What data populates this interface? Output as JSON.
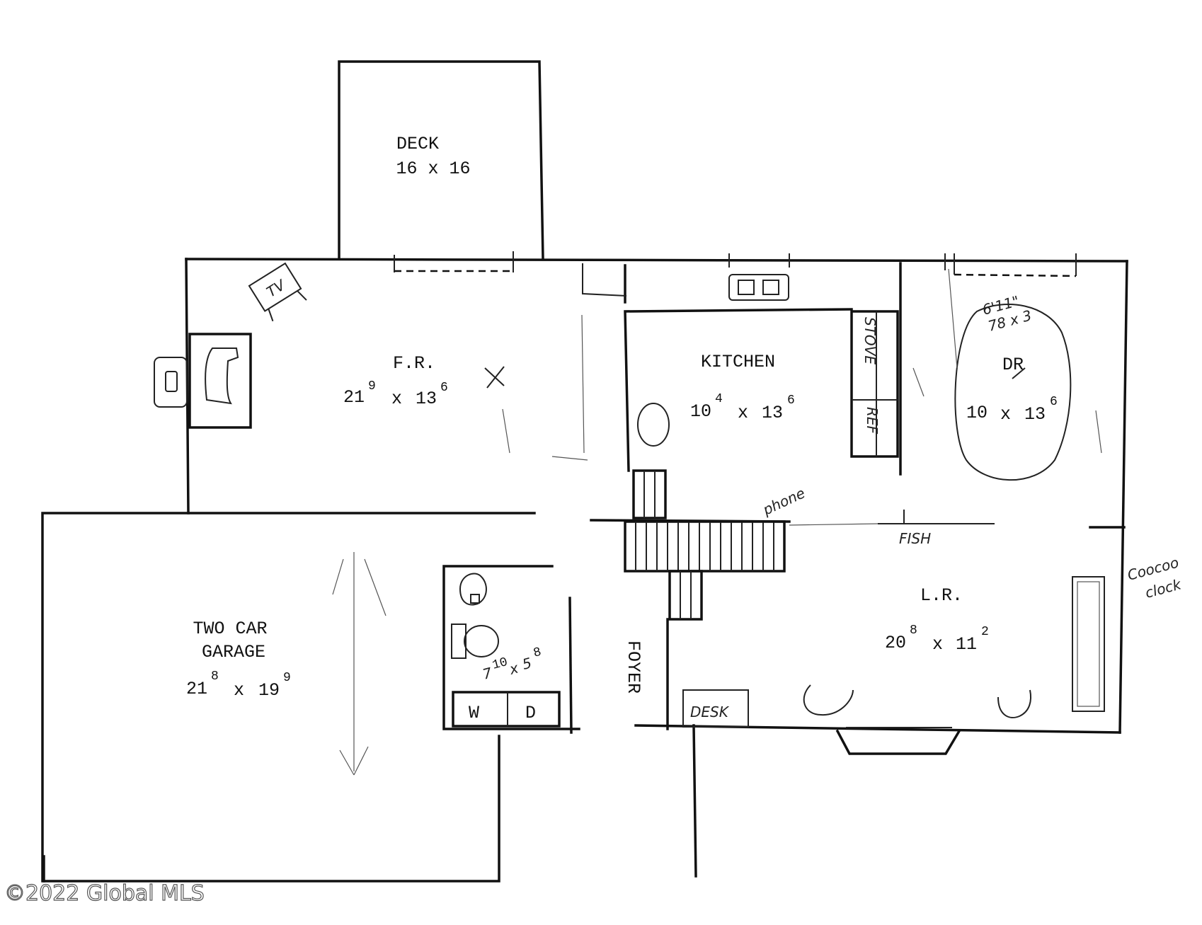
{
  "rooms": {
    "deck": {
      "name": "DECK",
      "dims": "16 x 16"
    },
    "family_room": {
      "name": "F.R.",
      "w": "21",
      "w_sup": "9",
      "x": "x",
      "h": "13",
      "h_sup": "6"
    },
    "kitchen": {
      "name": "KITCHEN",
      "w": "10",
      "w_sup": "4",
      "x": "x",
      "h": "13",
      "h_sup": "6"
    },
    "dining_room": {
      "name": "DR",
      "w": "10",
      "x": "x",
      "h": "13",
      "h_sup": "6"
    },
    "living_room": {
      "name": "L.R.",
      "w": "20",
      "w_sup": "8",
      "x": "x",
      "h": "11",
      "h_sup": "2"
    },
    "garage": {
      "name_line1": "TWO CAR",
      "name_line2": "GARAGE",
      "w": "21",
      "w_sup": "8",
      "x": "x",
      "h": "19",
      "h_sup": "9"
    },
    "bath": {
      "w": "7",
      "w_sup": "10",
      "x": "x",
      "h": "5",
      "h_sup": "8"
    },
    "foyer": {
      "name": "FOYER"
    }
  },
  "labels": {
    "stove": "STOVE",
    "ref": "REF",
    "fish": "FISH",
    "phone": "phone",
    "desk": "DESK",
    "coocoo_line1": "Coocoo",
    "coocoo_line2": "clock",
    "table_note_line1": "6'11\"",
    "table_note_line2": "78 x 3",
    "washer": "W",
    "dryer": "D",
    "tv": "TV"
  },
  "watermark": "©2022 Global MLS"
}
